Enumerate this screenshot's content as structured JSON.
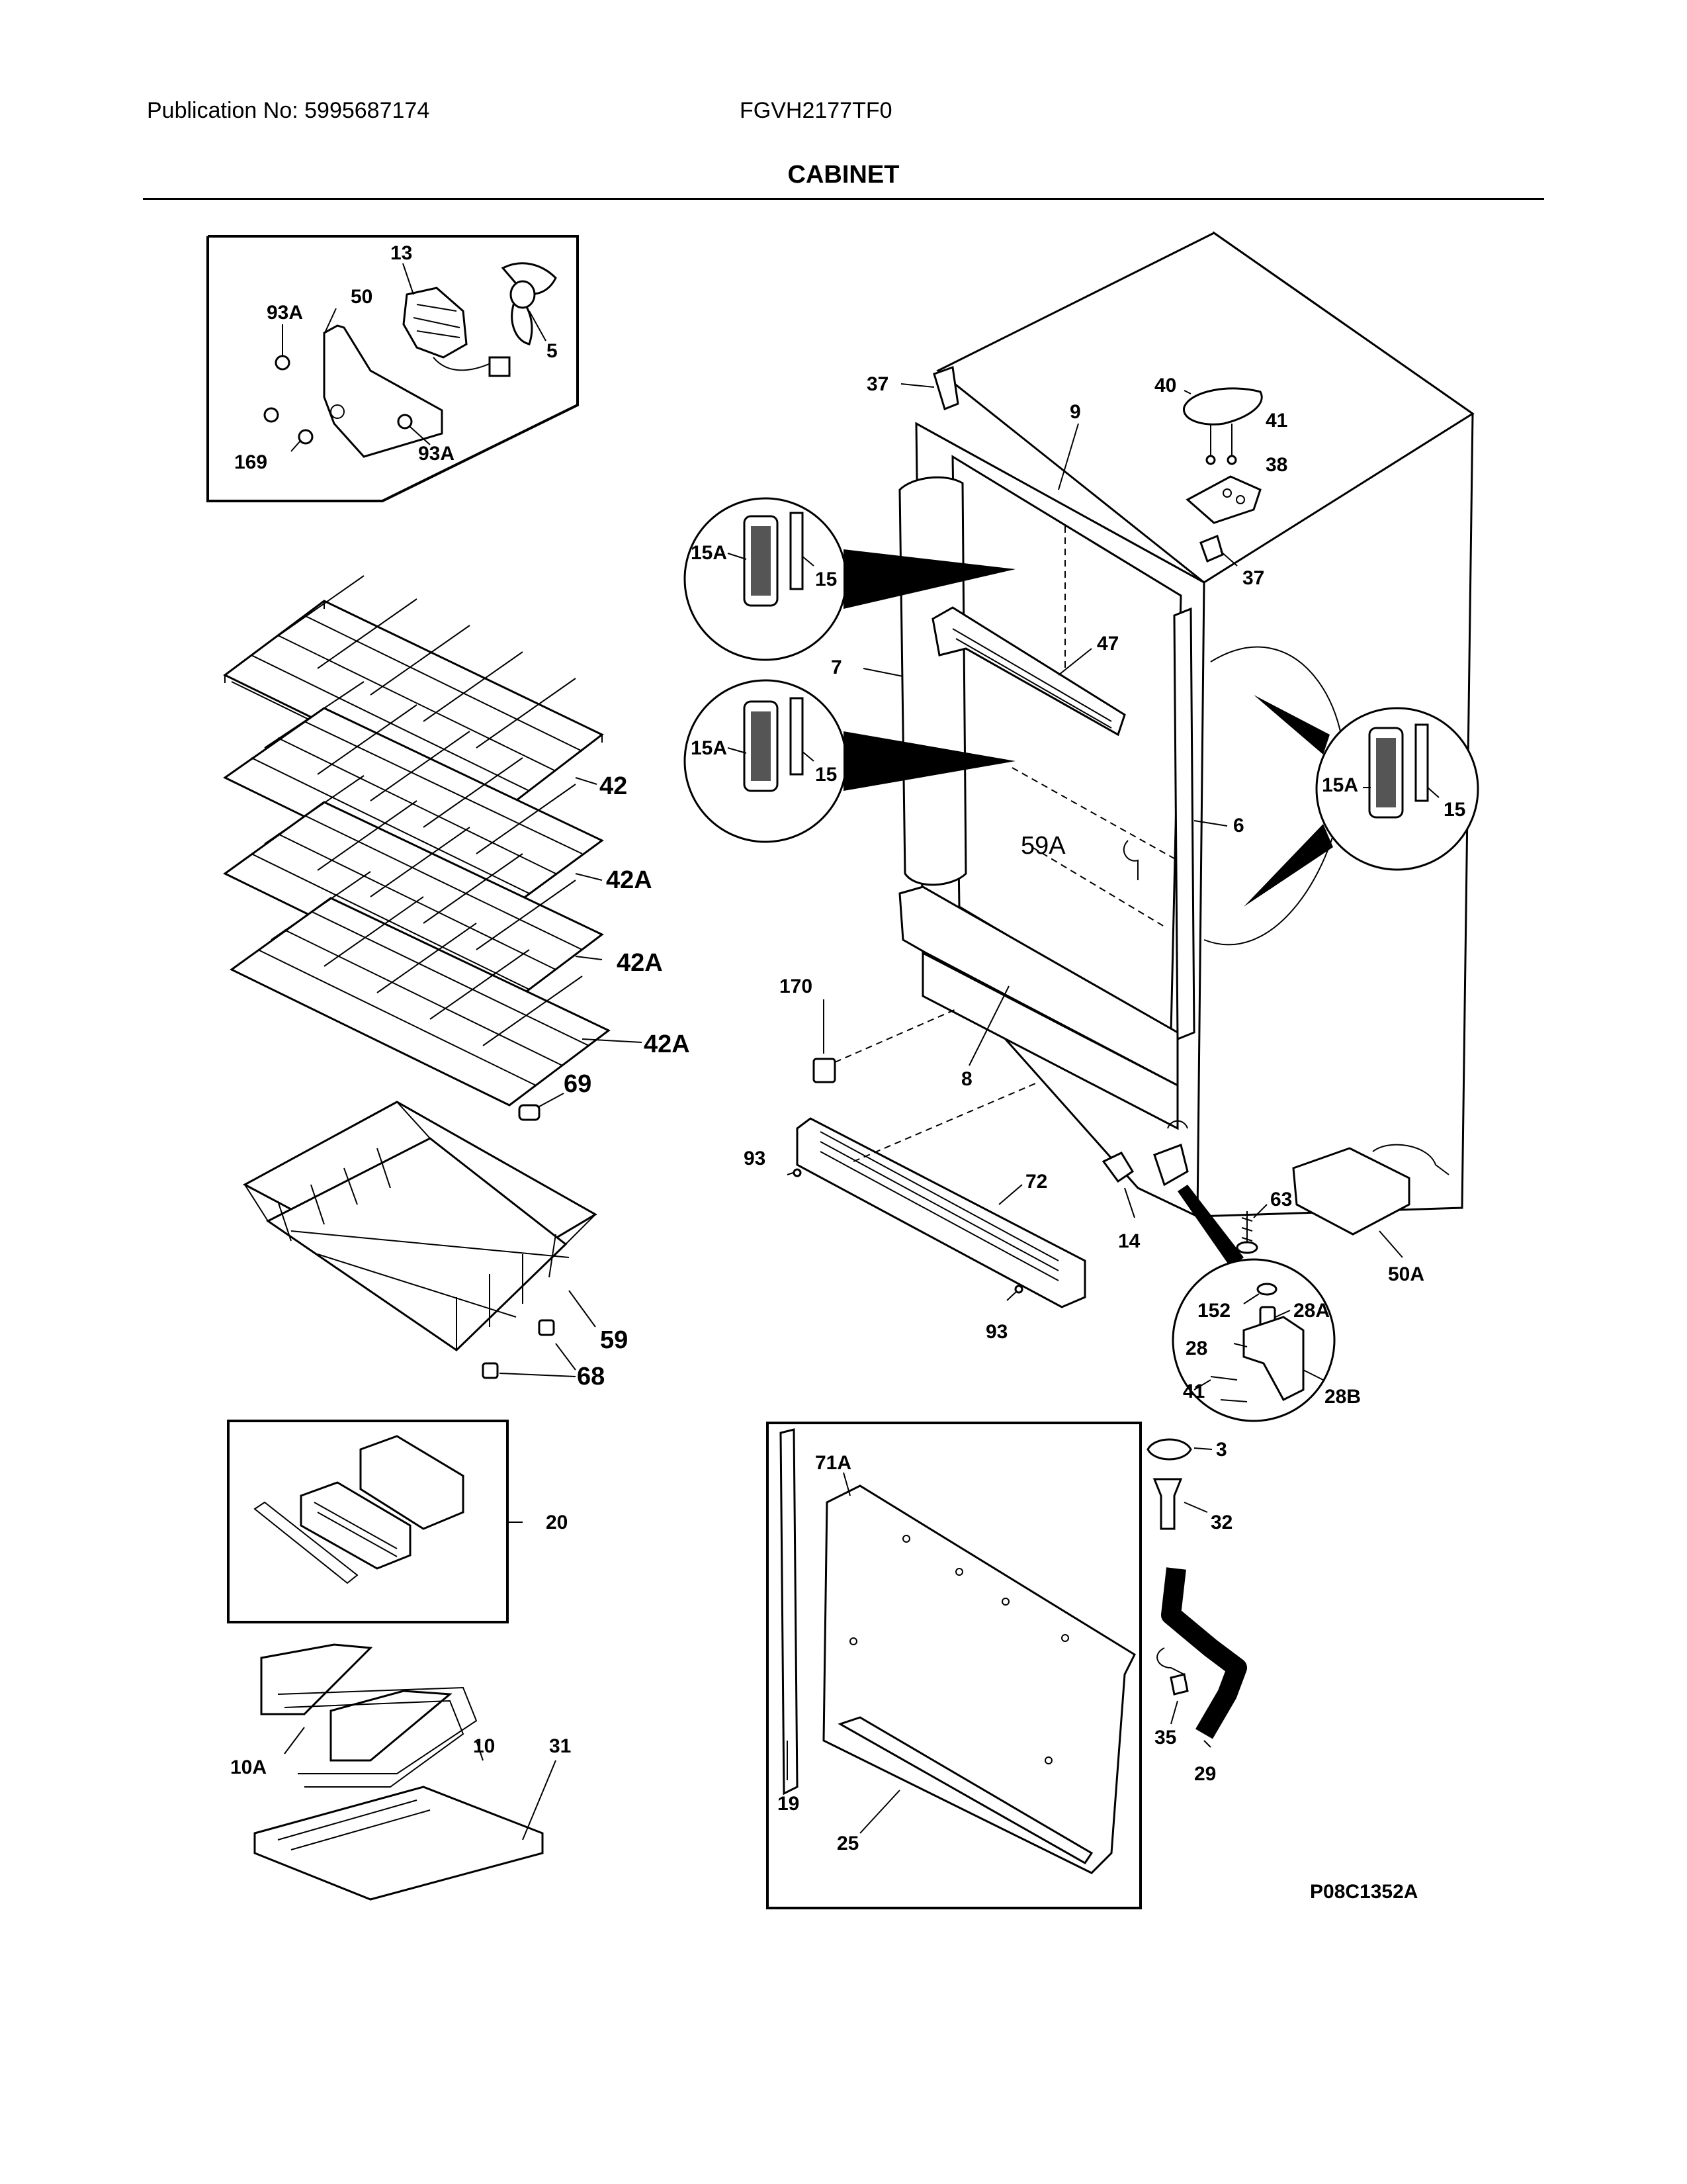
{
  "header": {
    "publication": "Publication No: 5995687174",
    "model": "FGVH2177TF0",
    "section_title": "CABINET"
  },
  "drawing_code": "P08C1352A",
  "callouts": {
    "c13": "13",
    "c50": "50",
    "c93A_top": "93A",
    "c5": "5",
    "c169": "169",
    "c93A_bottom": "93A",
    "c37_top": "37",
    "c9": "9",
    "c40": "40",
    "c41_top": "41",
    "c38": "38",
    "c37_right": "37",
    "c15A_1": "15A",
    "c15_1": "15",
    "c15A_2": "15A",
    "c15_2": "15",
    "c15A_3": "15A",
    "c15_3": "15",
    "c7": "7",
    "c47": "47",
    "c6": "6",
    "c59A": "59A",
    "c8": "8",
    "c42": "42",
    "c42A_1": "42A",
    "c42A_2": "42A",
    "c42A_3": "42A",
    "c69": "69",
    "c59": "59",
    "c68": "68",
    "c170": "170",
    "c93_left": "93",
    "c72": "72",
    "c14": "14",
    "c93_bottom": "93",
    "c63": "63",
    "c50A": "50A",
    "c152": "152",
    "c28A": "28A",
    "c28": "28",
    "c41_hinge": "41",
    "c28B": "28B",
    "c3": "3",
    "c32": "32",
    "c35": "35",
    "c29": "29",
    "c20": "20",
    "c10A": "10A",
    "c10": "10",
    "c31": "31",
    "c71A": "71A",
    "c19": "19",
    "c25": "25"
  }
}
